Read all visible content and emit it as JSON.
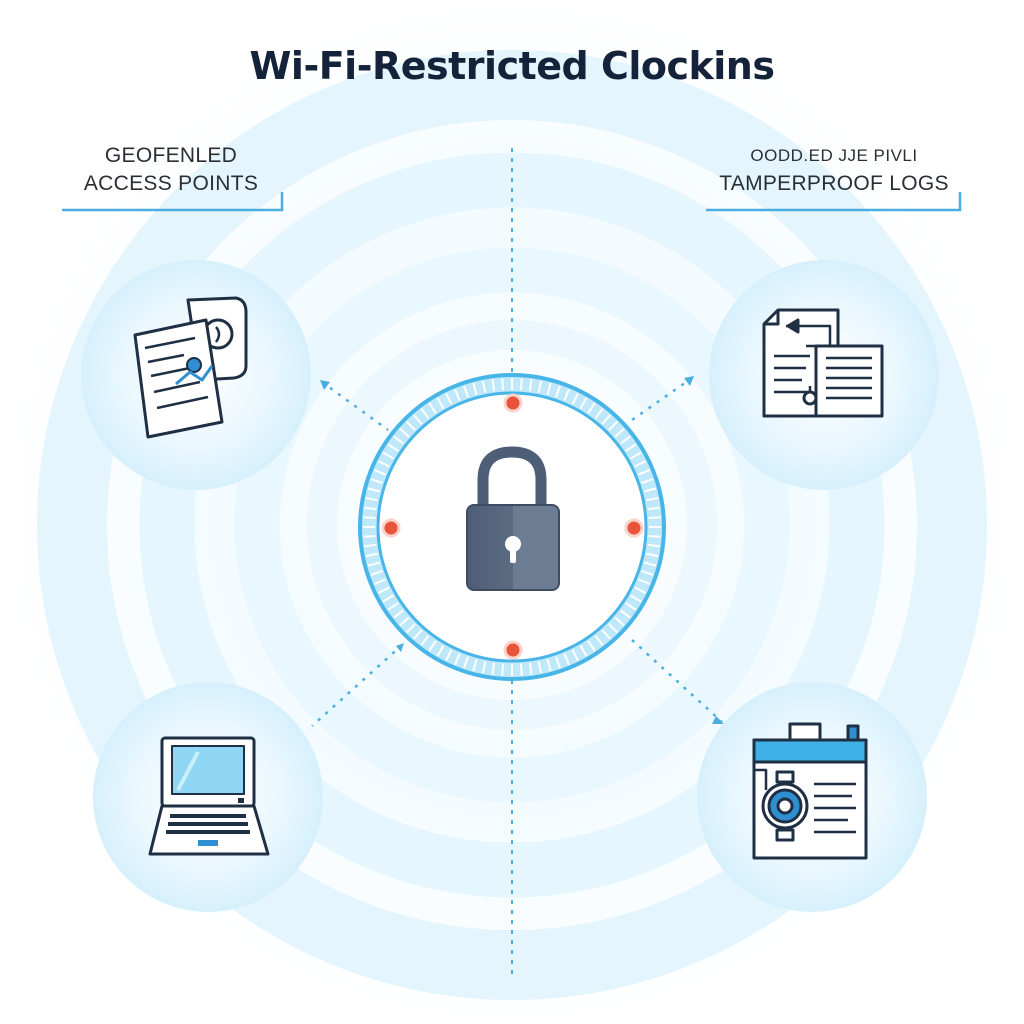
{
  "title": "Wi-Fi-Restricted Clockins",
  "labels": {
    "left_line1": "GEOFENLED",
    "left_line2": "ACCESS POINTS",
    "right_line1": "OODD.ED JJE PIVLI",
    "right_line2": "TAMPERPROOF LOGS"
  },
  "icons": {
    "center": "padlock-icon",
    "top_left": "signed-document-icon",
    "top_right": "log-documents-icon",
    "bottom_left": "laptop-icon",
    "bottom_right": "id-badge-icon"
  },
  "colors": {
    "accent": "#3fb1e6",
    "ring_glow": "#bfe8fb",
    "marker": "#e8533a",
    "lock": "#5a6b82",
    "icon_stroke": "#1f2f44",
    "title": "#14233a"
  }
}
